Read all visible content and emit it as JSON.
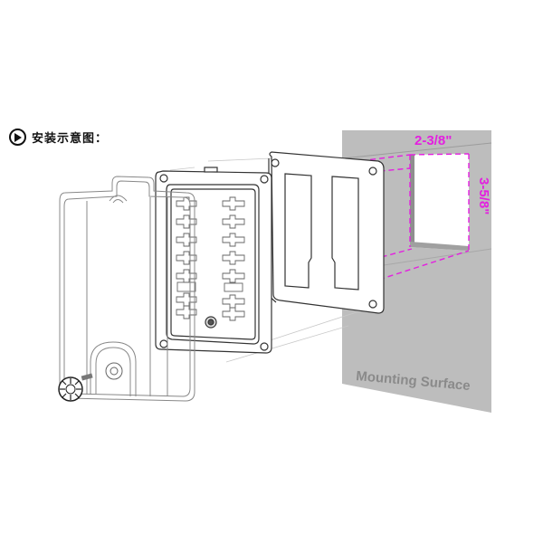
{
  "header": {
    "title": "安装示意图：",
    "bullet_icon": "play-circle-icon"
  },
  "diagram": {
    "description": "Exploded installation diagram of a 12-way blade fuse box panel mount",
    "components": [
      "transparent-cover",
      "cover-thumb-screw",
      "fuse-block-base",
      "mounting-gasket-bracket",
      "mounting-surface"
    ],
    "fuse_slots": {
      "left_column": 8,
      "right_column": 8
    },
    "dimensions": {
      "width_label": "2-3/8\"",
      "height_label": "3-5/8\""
    },
    "surface_label": "Mounting Surface",
    "colors": {
      "dimension_magenta": "#e41fe0",
      "surface_gray": "#bdbdbd",
      "surface_text": "#8a8a8a",
      "line_art": "#333333"
    }
  }
}
